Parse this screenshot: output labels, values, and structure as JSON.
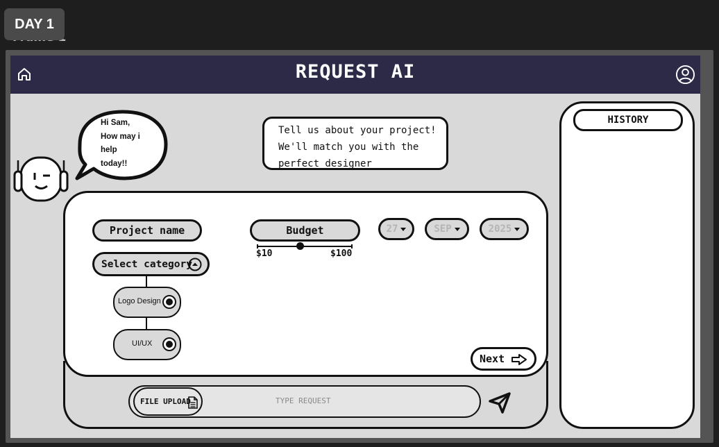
{
  "canvas": {
    "badge": "DAY 1",
    "frame_label": "Frame 1"
  },
  "header": {
    "title": "REQUEST AI",
    "home_icon": "home-icon",
    "user_icon": "user-circle-icon",
    "bg_color": "#2d2a48"
  },
  "assistant": {
    "greeting": [
      "Hi Sam,",
      "How may i",
      "help",
      "today!!"
    ],
    "avatar_icon": "robot-headphones-icon"
  },
  "intro": {
    "lines": [
      "Tell us about your project!",
      "We'll match you with the",
      "perfect designer"
    ]
  },
  "form": {
    "project_name_label": "Project name",
    "budget_label": "Budget",
    "budget_min": "$10",
    "budget_max": "$100",
    "budget_slider_fraction": 0.45,
    "date": {
      "day": "27",
      "month": "SEP",
      "year": "2025"
    },
    "category_label": "Select category",
    "category_options": [
      {
        "label": "Logo Design",
        "selected": true
      },
      {
        "label": "UI/UX",
        "selected": true
      }
    ],
    "next_label": "Next"
  },
  "composer": {
    "file_upload_label": "FILE UPLOAD",
    "request_placeholder": "TYPE REQUEST",
    "send_icon": "send-paper-plane-icon"
  },
  "history": {
    "title": "HISTORY"
  }
}
